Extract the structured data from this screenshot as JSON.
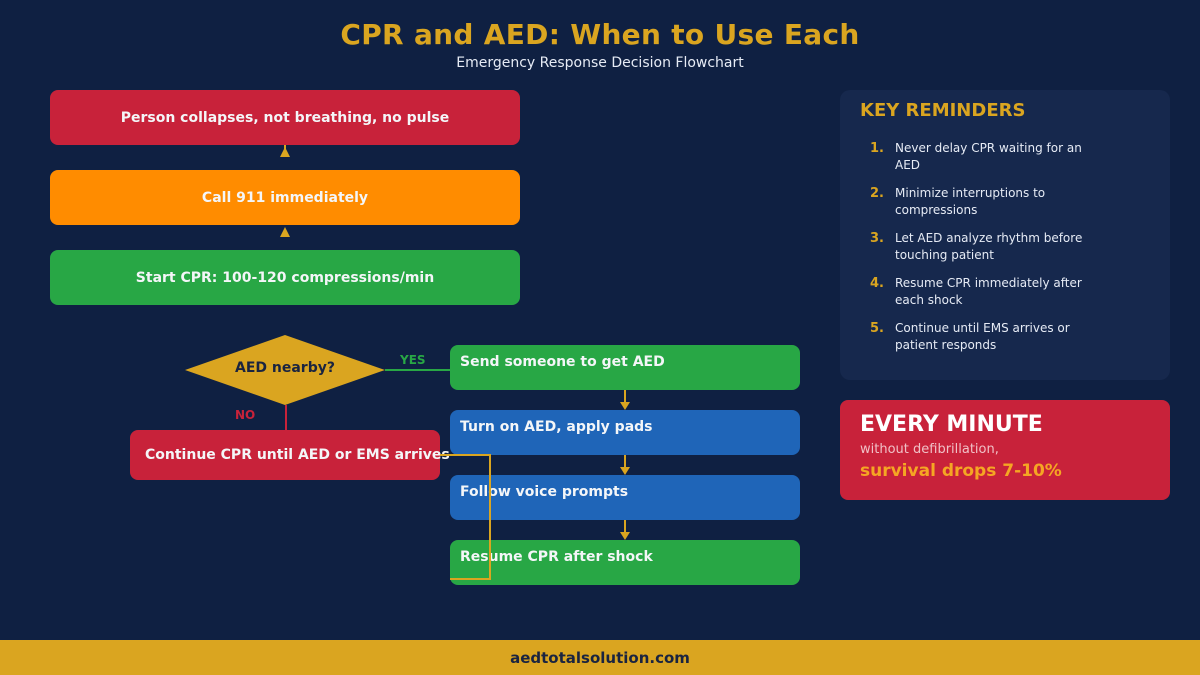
{
  "header": {
    "title": "CPR and AED: When to Use Each",
    "subtitle": "Emergency Response Decision Flowchart"
  },
  "flow": {
    "step1": "Person collapses, not breathing, no pulse",
    "step2": "Call 911 immediately",
    "step3": "Start CPR: 100-120 compressions/min",
    "decision": "AED nearby?",
    "yes_label": "YES",
    "no_label": "NO",
    "no_branch": "Continue CPR until AED or EMS arrives",
    "yes_branch": [
      "Send someone to get AED",
      "Turn on AED, apply pads",
      "Follow voice prompts",
      "Resume CPR after shock"
    ]
  },
  "reminders": {
    "title": "KEY REMINDERS",
    "items": [
      {
        "num": "1.",
        "text": "Never delay CPR waiting for an AED"
      },
      {
        "num": "2.",
        "text": "Minimize interruptions to compressions"
      },
      {
        "num": "3.",
        "text": "Let AED analyze rhythm before touching patient"
      },
      {
        "num": "4.",
        "text": "Resume CPR immediately after each shock"
      },
      {
        "num": "5.",
        "text": "Continue until EMS arrives or patient responds"
      }
    ]
  },
  "alert": {
    "headline": "EVERY MINUTE",
    "subtext": "without defibrillation,",
    "stat": "survival drops 7-10%"
  },
  "footer": {
    "site": "aedtotalsolution.com"
  },
  "colors": {
    "background": "#0f2042",
    "gold": "#daa520",
    "red": "#c8223a",
    "orange": "#ff8c00",
    "green": "#28a745",
    "blue": "#1f65b8"
  }
}
